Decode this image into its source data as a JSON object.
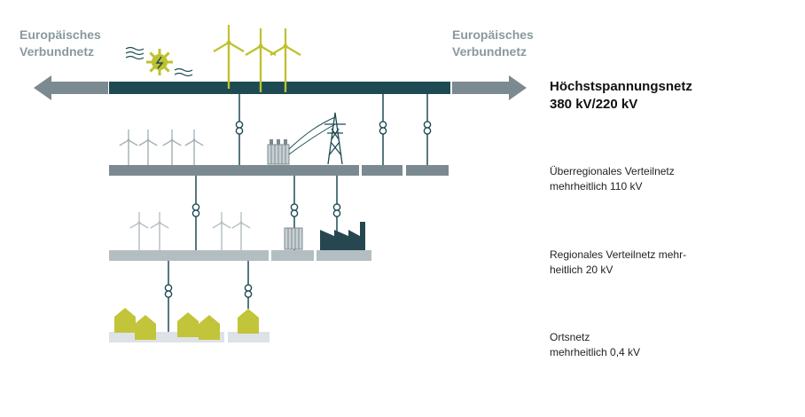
{
  "left_network": {
    "line1": "Europäisches",
    "line2": "Verbundnetz"
  },
  "right_network": {
    "line1": "Europäisches",
    "line2": "Verbundnetz"
  },
  "levels": {
    "extra_high": {
      "line1": "Höchstspannungsnetz",
      "line2": "380 kV/220 kV"
    },
    "supra_regional": {
      "line1": "Überregionales Verteilnetz",
      "line2": "mehrheitlich 110 kV"
    },
    "regional": {
      "line1": "Regionales Verteilnetz mehr-",
      "line2": "heitlich 20 kV"
    },
    "local": {
      "line1": "Ortsnetz",
      "line2": "mehrheitlich 0,4 kV"
    }
  },
  "colors": {
    "extra_high_bus": "#1d4a53",
    "supra_regional_bus": "#7b8a91",
    "regional_bus": "#b3bec2",
    "local_bus": "#dde2e6",
    "arrow": "#7b8a91",
    "renewable": "#bfc12e",
    "house": "#c2c43a",
    "turbine_grey": "#a5b0b5",
    "industry": "#26474f"
  },
  "icons": [
    "wind-turbine-icon",
    "sun-icon",
    "transformer-icon",
    "power-pylon-icon",
    "factory-icon",
    "house-icon"
  ]
}
